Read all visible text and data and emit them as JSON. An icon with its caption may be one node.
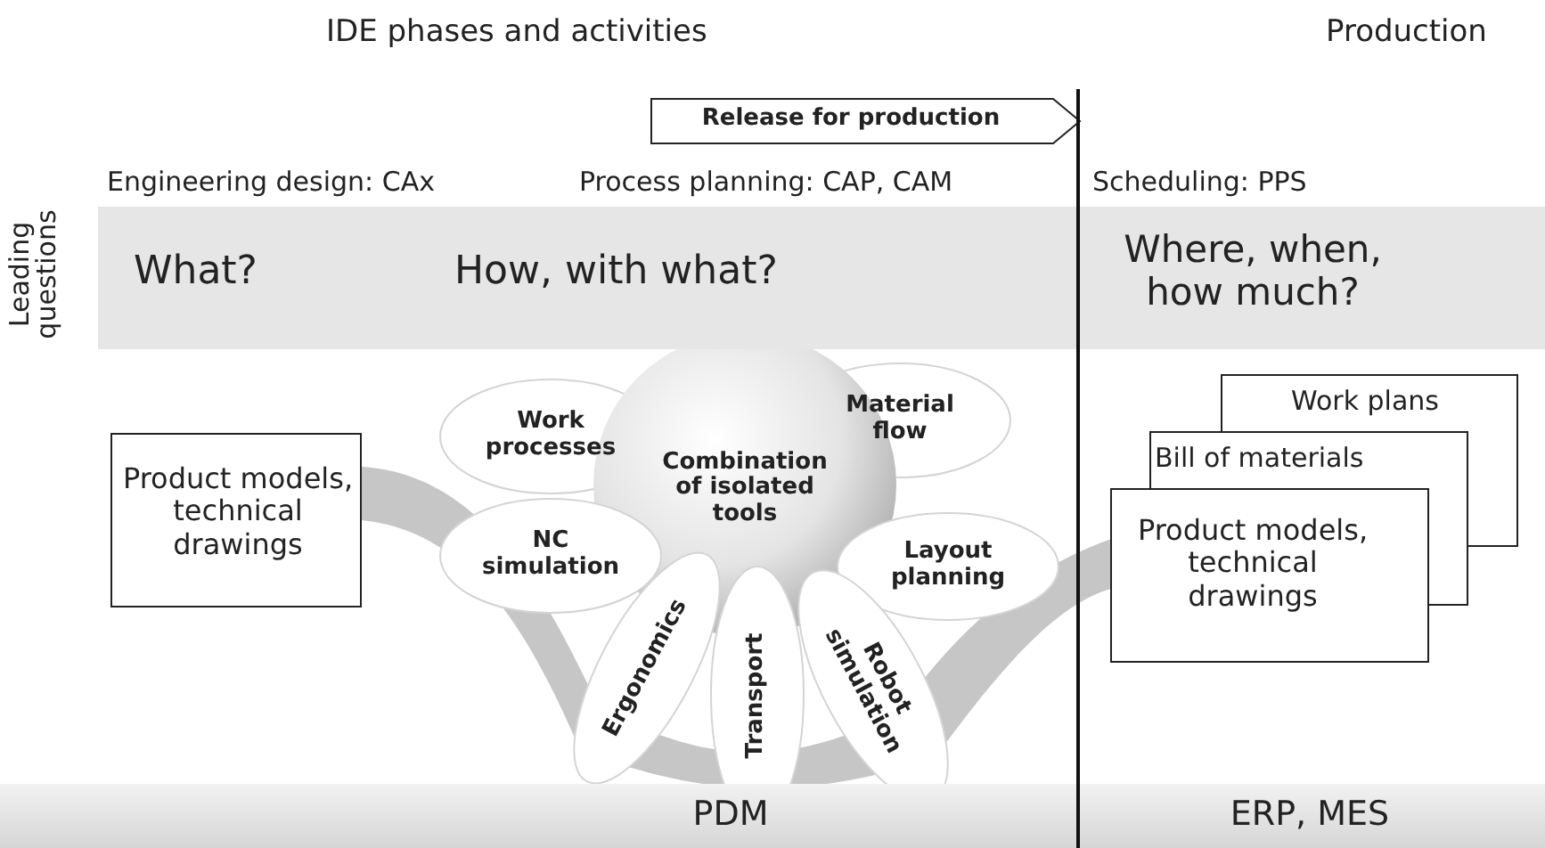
{
  "diagram": {
    "nodes": [
      {
        "text": [
          "Release for production"
        ]
      },
      {
        "text": [
          "What?",
          "How, with what?",
          "Where, when, how much?"
        ]
      },
      {
        "text": [
          "Product models, technical drawings"
        ]
      },
      {
        "text": [
          "Work processes"
        ]
      },
      {
        "text": [
          "Material flow"
        ]
      },
      {
        "text": [
          "Combination of isolated tools"
        ]
      },
      {
        "text": [
          "NC simulation"
        ]
      },
      {
        "text": [
          "Layout planning"
        ]
      },
      {
        "text": [
          "Ergonomics"
        ]
      },
      {
        "text": [
          "Transport"
        ]
      },
      {
        "text": [
          "Robot simulation"
        ]
      },
      {
        "text": [
          "Work plans"
        ]
      },
      {
        "text": [
          "Bill of materials"
        ]
      },
      {
        "text": [
          "Product models, technical drawings"
        ]
      },
      {
        "text": [
          "PDM"
        ]
      },
      {
        "text": [
          "ERP, MES"
        ]
      }
    ],
    "labels": [
      "IDE phases and activities",
      "Production",
      "Engineering design: CAx",
      "Process planning: CAP, CAM",
      "Scheduling: PPS",
      "Leading questions"
    ]
  }
}
